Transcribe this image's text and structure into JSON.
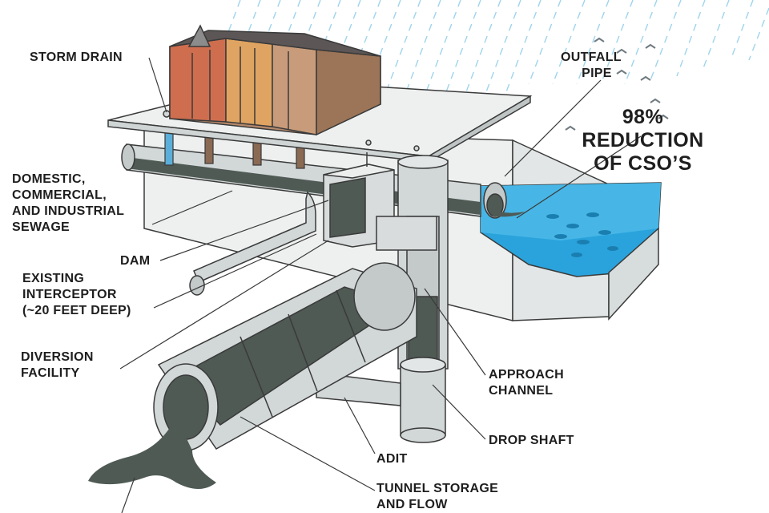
{
  "labels": {
    "storm_drain": "STORM DRAIN",
    "outfall_pipe": [
      "OUTFALL",
      "PIPE"
    ],
    "reduction": [
      "98%",
      "REDUCTION",
      "OF CSO’S"
    ],
    "domestic_sewage": [
      "DOMESTIC,",
      "COMMERCIAL,",
      "AND INDUSTRIAL",
      "SEWAGE"
    ],
    "dam": "DAM",
    "existing_interceptor": [
      "EXISTING",
      "INTERCEPTOR",
      "(~20 FEET DEEP)"
    ],
    "diversion_facility": [
      "DIVERSION",
      "FACILITY"
    ],
    "approach_channel": [
      "APPROACH",
      "CHANNEL"
    ],
    "drop_shaft": "DROP SHAFT",
    "adit": "ADIT",
    "tunnel_storage": [
      "TUNNEL STORAGE",
      "AND FLOW"
    ]
  },
  "colors": {
    "water": "#2aa3dc",
    "sewage": "#4f5a54",
    "pipe": "#d2d7d8",
    "slab": "#eef0f0",
    "outline": "#3a3a3a"
  }
}
